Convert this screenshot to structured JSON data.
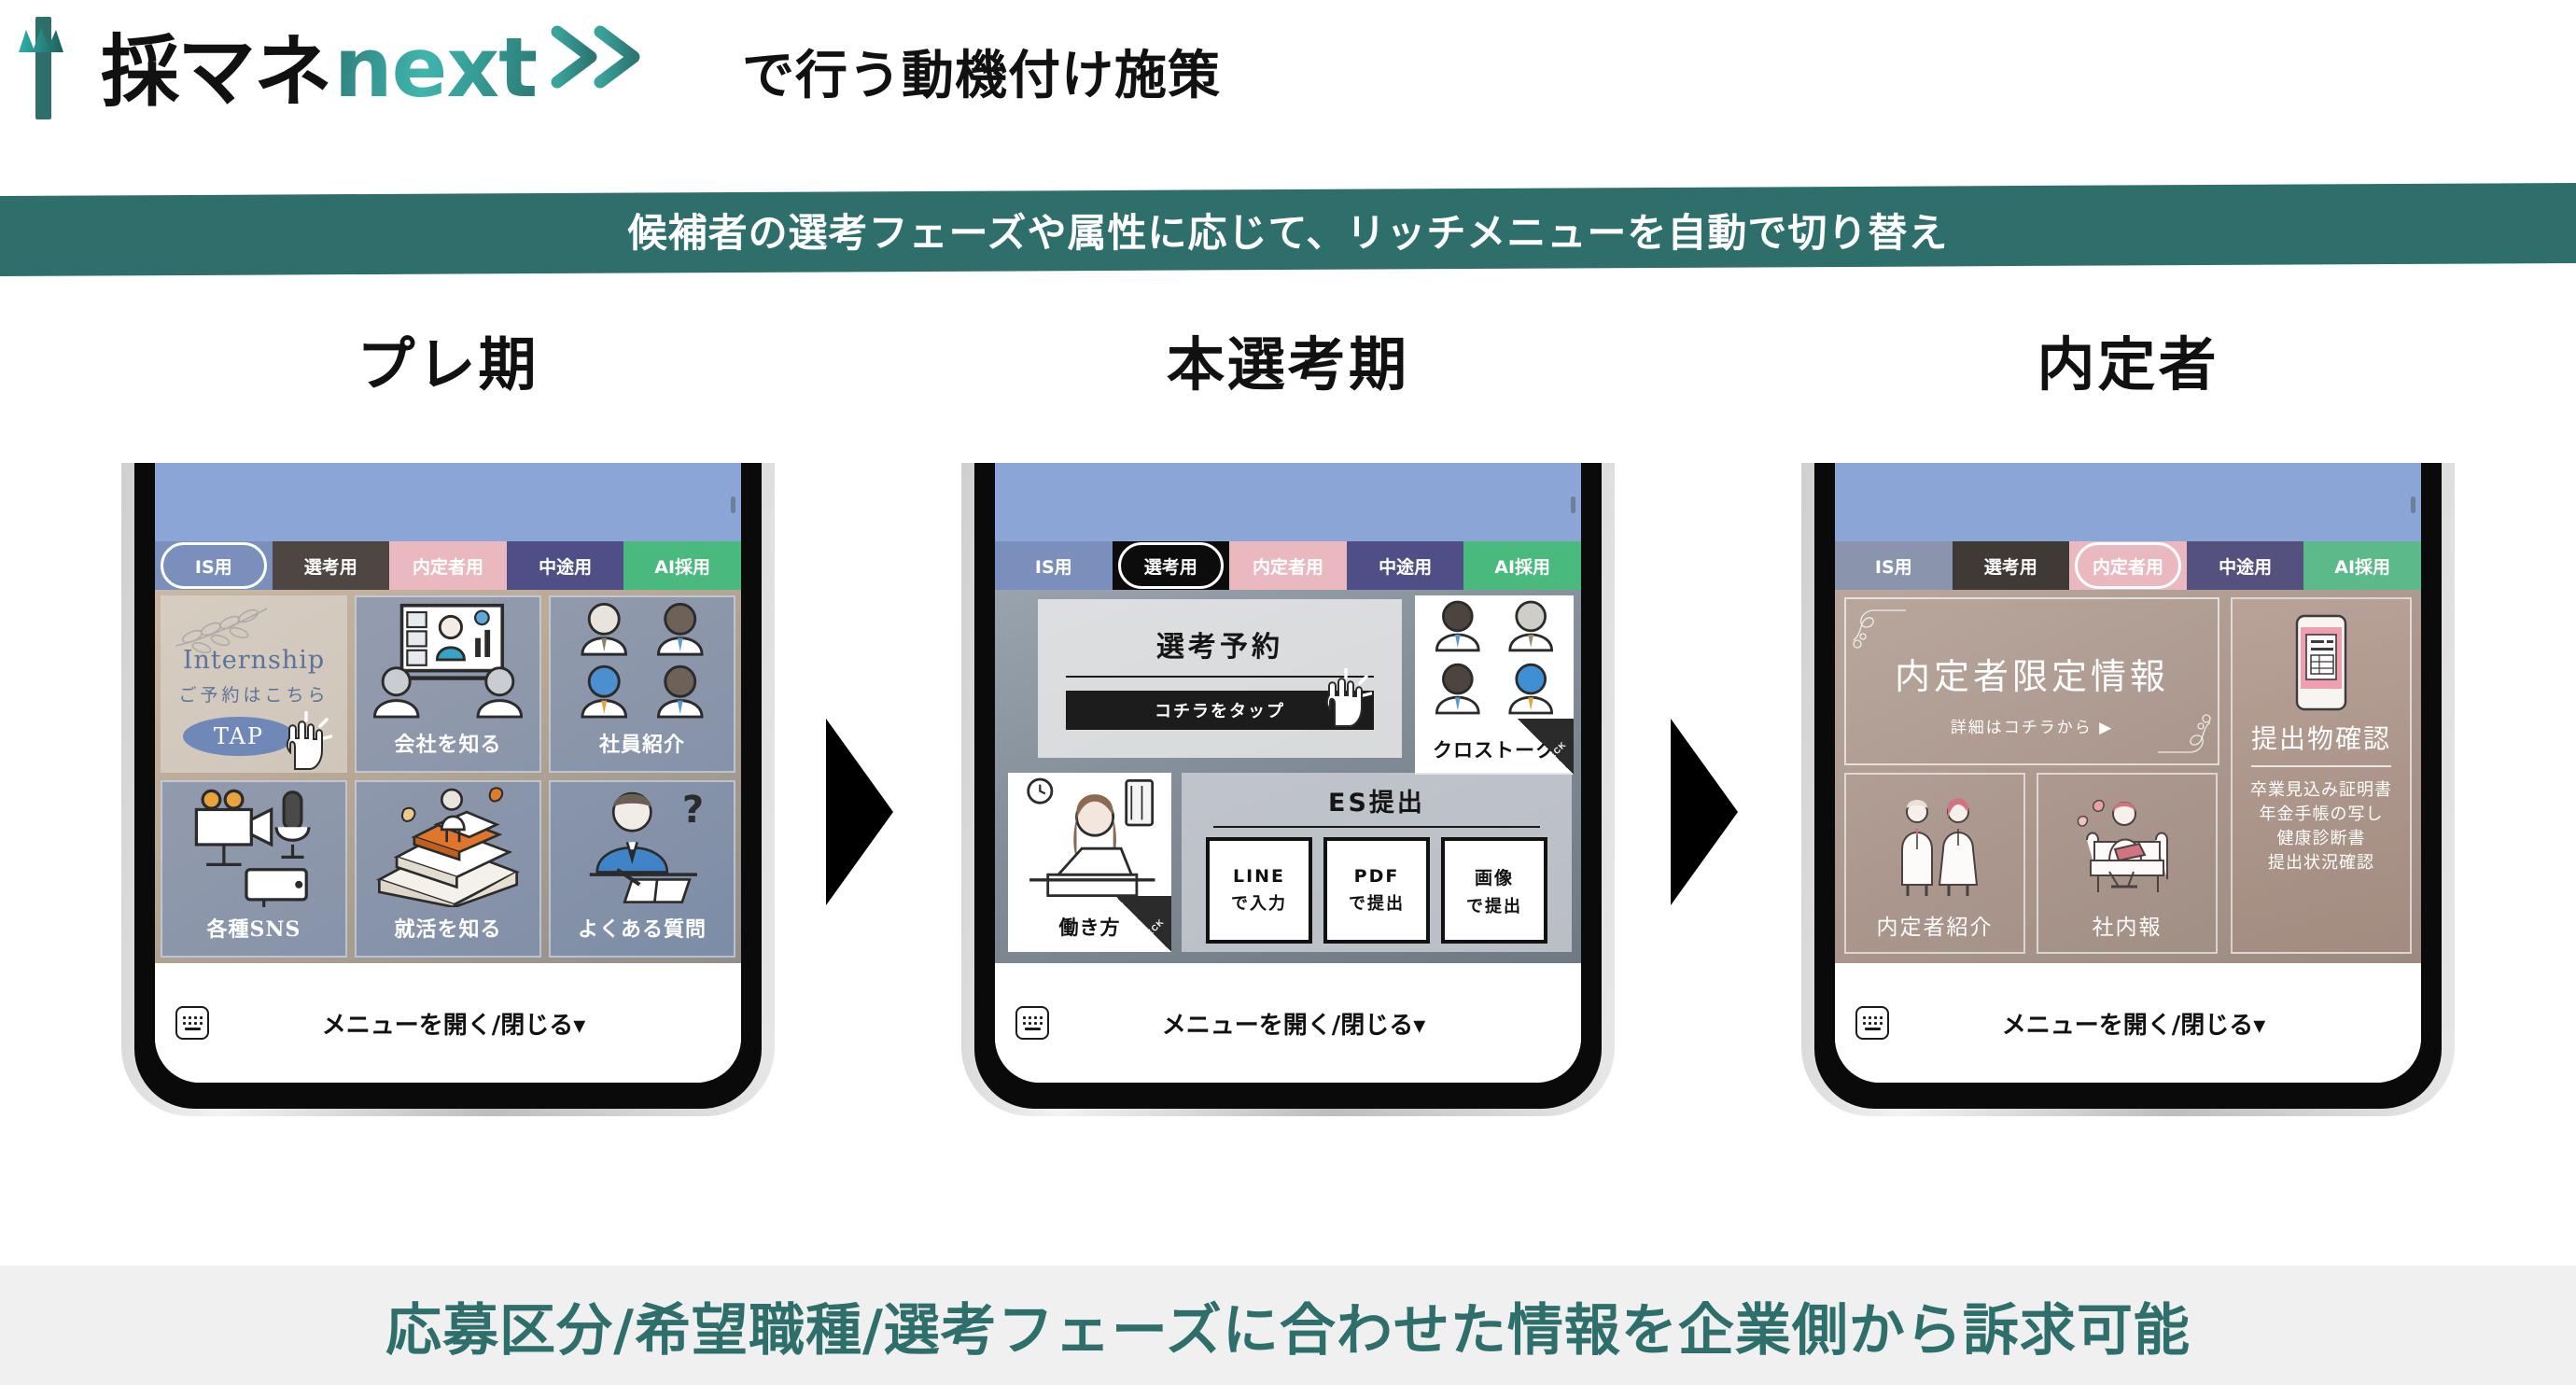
{
  "header": {
    "logo_jp": "採マネ",
    "logo_en": "next",
    "logo_chevrons": "〉〉",
    "title": "で行う動機付け施策"
  },
  "banner": {
    "text": "候補者の選考フェーズや属性に応じて、リッチメニューを自動で切り替え",
    "color": "#2f6f6b"
  },
  "columns": [
    {
      "label": "プレ期"
    },
    {
      "label": "本選考期"
    },
    {
      "label": "内定者"
    }
  ],
  "phones": [
    {
      "selected_tab": "IS用",
      "tabs": [
        {
          "label": "IS用",
          "color": "#7b8fbd",
          "selected": true
        },
        {
          "label": "選考用",
          "color": "#4d4642",
          "selected": false
        },
        {
          "label": "内定者用",
          "color": "#eab8bf",
          "selected": false
        },
        {
          "label": "中途用",
          "color": "#4f4e87",
          "selected": false
        },
        {
          "label": "AI採用",
          "color": "#49b97e",
          "selected": false
        }
      ],
      "menu": {
        "internship_title": "Internship",
        "internship_sub": "ご予約はこちら",
        "tap_label": "TAP",
        "cells": [
          {
            "label": "会社を知る",
            "icon": "online-meeting-icon"
          },
          {
            "label": "社員紹介",
            "icon": "employees-icon"
          },
          {
            "label": "各種SNS",
            "icon": "camera-mic-icon"
          },
          {
            "label": "就活を知る",
            "icon": "person-on-books-icon"
          },
          {
            "label": "よくある質問",
            "icon": "question-person-icon"
          }
        ]
      },
      "bottom_bar": {
        "label": "メニューを開く/閉じる▾",
        "icon": "keyboard-icon"
      }
    },
    {
      "selected_tab": "選考用",
      "tabs": [
        {
          "label": "IS用",
          "color": "#7b8fbd",
          "selected": false
        },
        {
          "label": "選考用",
          "color": "#0c0c0c",
          "selected": true
        },
        {
          "label": "内定者用",
          "color": "#eab8bf",
          "selected": false
        },
        {
          "label": "中途用",
          "color": "#4f4e87",
          "selected": false
        },
        {
          "label": "AI採用",
          "color": "#49b97e",
          "selected": false
        }
      ],
      "menu": {
        "reservation_title": "選考予約",
        "reservation_button": "コチラをタップ",
        "crosstalk_label": "クロストーク",
        "crosstalk_badge": "CHECK",
        "workstyle_label": "働き方",
        "workstyle_badge": "CHECK",
        "es_title": "ES提出",
        "es_buttons": [
          {
            "line1": "LINE",
            "line2": "で入力"
          },
          {
            "line1": "PDF",
            "line2": "で提出"
          },
          {
            "line1": "画像",
            "line2": "で提出"
          }
        ]
      },
      "bottom_bar": {
        "label": "メニューを開く/閉じる▾",
        "icon": "keyboard-icon"
      }
    },
    {
      "selected_tab": "内定者用",
      "tabs": [
        {
          "label": "IS用",
          "color": "#8a95ad",
          "selected": false
        },
        {
          "label": "選考用",
          "color": "#3f3a36",
          "selected": false
        },
        {
          "label": "内定者用",
          "color": "#eab8bf",
          "selected": true
        },
        {
          "label": "中途用",
          "color": "#55517f",
          "selected": false
        },
        {
          "label": "AI採用",
          "color": "#5bb98a",
          "selected": false
        }
      ],
      "menu": {
        "headline_title": "内定者限定情報",
        "headline_sub": "詳細はコチラから ▶",
        "submission_title": "提出物確認",
        "submission_list": "卒業見込み証明書\n年金手帳の写し\n健康診断書\n提出状況確認",
        "cells": [
          {
            "label": "内定者紹介",
            "icon": "new-grads-icon"
          },
          {
            "label": "社内報",
            "icon": "reading-person-icon"
          }
        ]
      },
      "bottom_bar": {
        "label": "メニューを開く/閉じる▾",
        "icon": "keyboard-icon"
      }
    }
  ],
  "arrows": [
    {
      "name": "arrow-pre-to-selection"
    },
    {
      "name": "arrow-selection-to-offer"
    }
  ],
  "footer": {
    "text": "応募区分/希望職種/選考フェーズに合わせた情報を企業側から訴求可能",
    "color": "#2f6f6b"
  }
}
